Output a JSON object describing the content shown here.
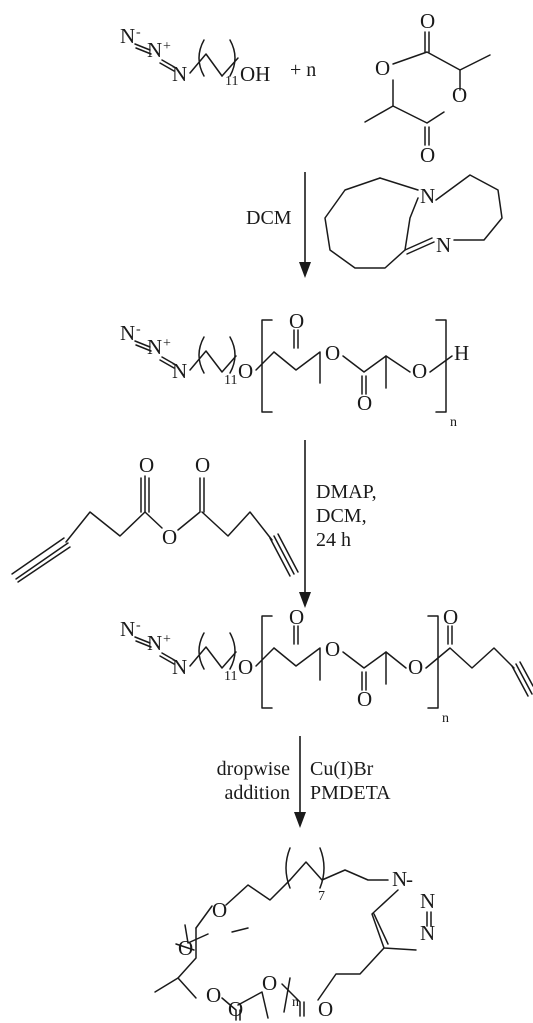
{
  "scheme": {
    "step1": {
      "azide_left": "N",
      "azide_mid": "N",
      "azide_right": "N",
      "charge_minus": "-",
      "charge_plus": "+",
      "spacer_count": "11",
      "hydroxyl": "OH",
      "plus_n": "+ n",
      "lactide_o_top": "O",
      "lactide_o_ring_left": "O",
      "lactide_o_ring_right": "O",
      "lactide_o_bottom": "O",
      "reagent": "DCM",
      "catalyst_n1": "N",
      "catalyst_n2": "N"
    },
    "polymer1": {
      "azide_left": "N",
      "azide_mid": "N",
      "azide_right": "N",
      "charge_minus": "-",
      "charge_plus": "+",
      "spacer_count": "11",
      "ester_o": "O",
      "carbonyl_o1": "O",
      "chain_o": "O",
      "carbonyl_o2": "O",
      "end_o": "O",
      "end_h": "H",
      "repeat": "n"
    },
    "step2": {
      "anhydride_o1": "O",
      "anhydride_o2": "O",
      "anhydride_o_bridge": "O",
      "reagent_1": "DMAP,",
      "reagent_2": "DCM,",
      "reagent_3": "24 h"
    },
    "polymer2": {
      "azide_left": "N",
      "azide_mid": "N",
      "azide_right": "N",
      "charge_minus": "-",
      "charge_plus": "+",
      "spacer_count": "11",
      "ester_o": "O",
      "carbonyl_o1": "O",
      "chain_o": "O",
      "carbonyl_o2": "O",
      "end_o": "O",
      "carbonyl_o3": "O",
      "repeat": "n"
    },
    "step3": {
      "left_1": "dropwise",
      "left_2": "addition",
      "right_1": "Cu(I)Br",
      "right_2": "PMDETA"
    },
    "macrocycle": {
      "ring_o": "O",
      "spacer_count": "7",
      "triazole_n1": "N",
      "triazole_n2": "N",
      "triazole_n3": "N",
      "dash": "-",
      "carbonyl_left": "O",
      "ring_o_low": "O",
      "ring_o_mid": "O",
      "carbonyl_bottom": "O",
      "carbonyl_right": "O",
      "repeat": "n"
    }
  }
}
